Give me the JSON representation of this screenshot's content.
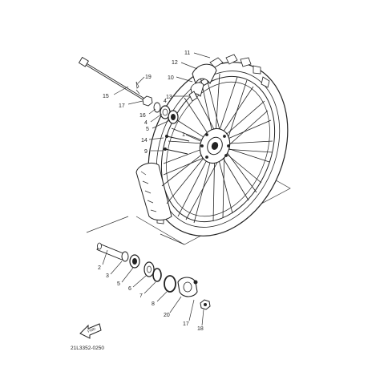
{
  "diagram": {
    "part_labels": {
      "l1": "1",
      "l2": "2",
      "l3": "3",
      "l4": "4",
      "l5": "5",
      "l6": "6",
      "l7": "7",
      "l8": "8",
      "l9": "9",
      "l10": "10",
      "l11": "11",
      "l12": "12",
      "l13": "13",
      "l14": "14",
      "l15": "15",
      "l16": "16",
      "l17": "17",
      "l18": "18",
      "l19": "19",
      "l20": "20",
      "l4b": "4",
      "l5b": "5",
      "l17b": "17"
    },
    "fwd_label": "FWD",
    "drawing_code": "21L3352-0250"
  }
}
